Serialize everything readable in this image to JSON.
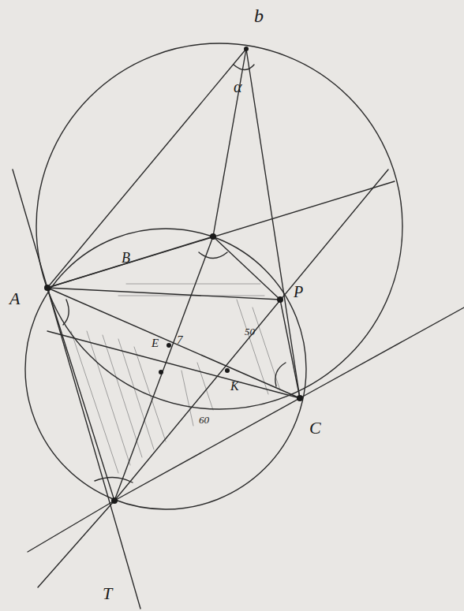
{
  "diagram": {
    "labels": [
      "b",
      "α",
      "A",
      "B",
      "P",
      "C",
      "T",
      "K",
      "E",
      "7",
      "50",
      "60"
    ]
  }
}
